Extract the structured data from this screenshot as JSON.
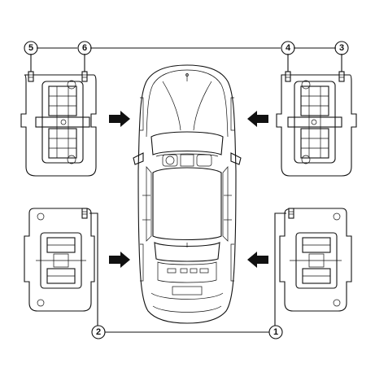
{
  "callouts": [
    {
      "id": "c1",
      "label": "1"
    },
    {
      "id": "c2",
      "label": "2"
    },
    {
      "id": "c3",
      "label": "3"
    },
    {
      "id": "c4",
      "label": "4"
    },
    {
      "id": "c5",
      "label": "5"
    },
    {
      "id": "c6",
      "label": "6"
    }
  ],
  "icons": {
    "vehicle": "car-top-view-icon",
    "caliper": "brake-caliper-icon",
    "arrow": "arrow-icon",
    "bleeder": "bleeder-screw-icon"
  },
  "colors": {
    "line": "#111111",
    "background": "#ffffff"
  }
}
